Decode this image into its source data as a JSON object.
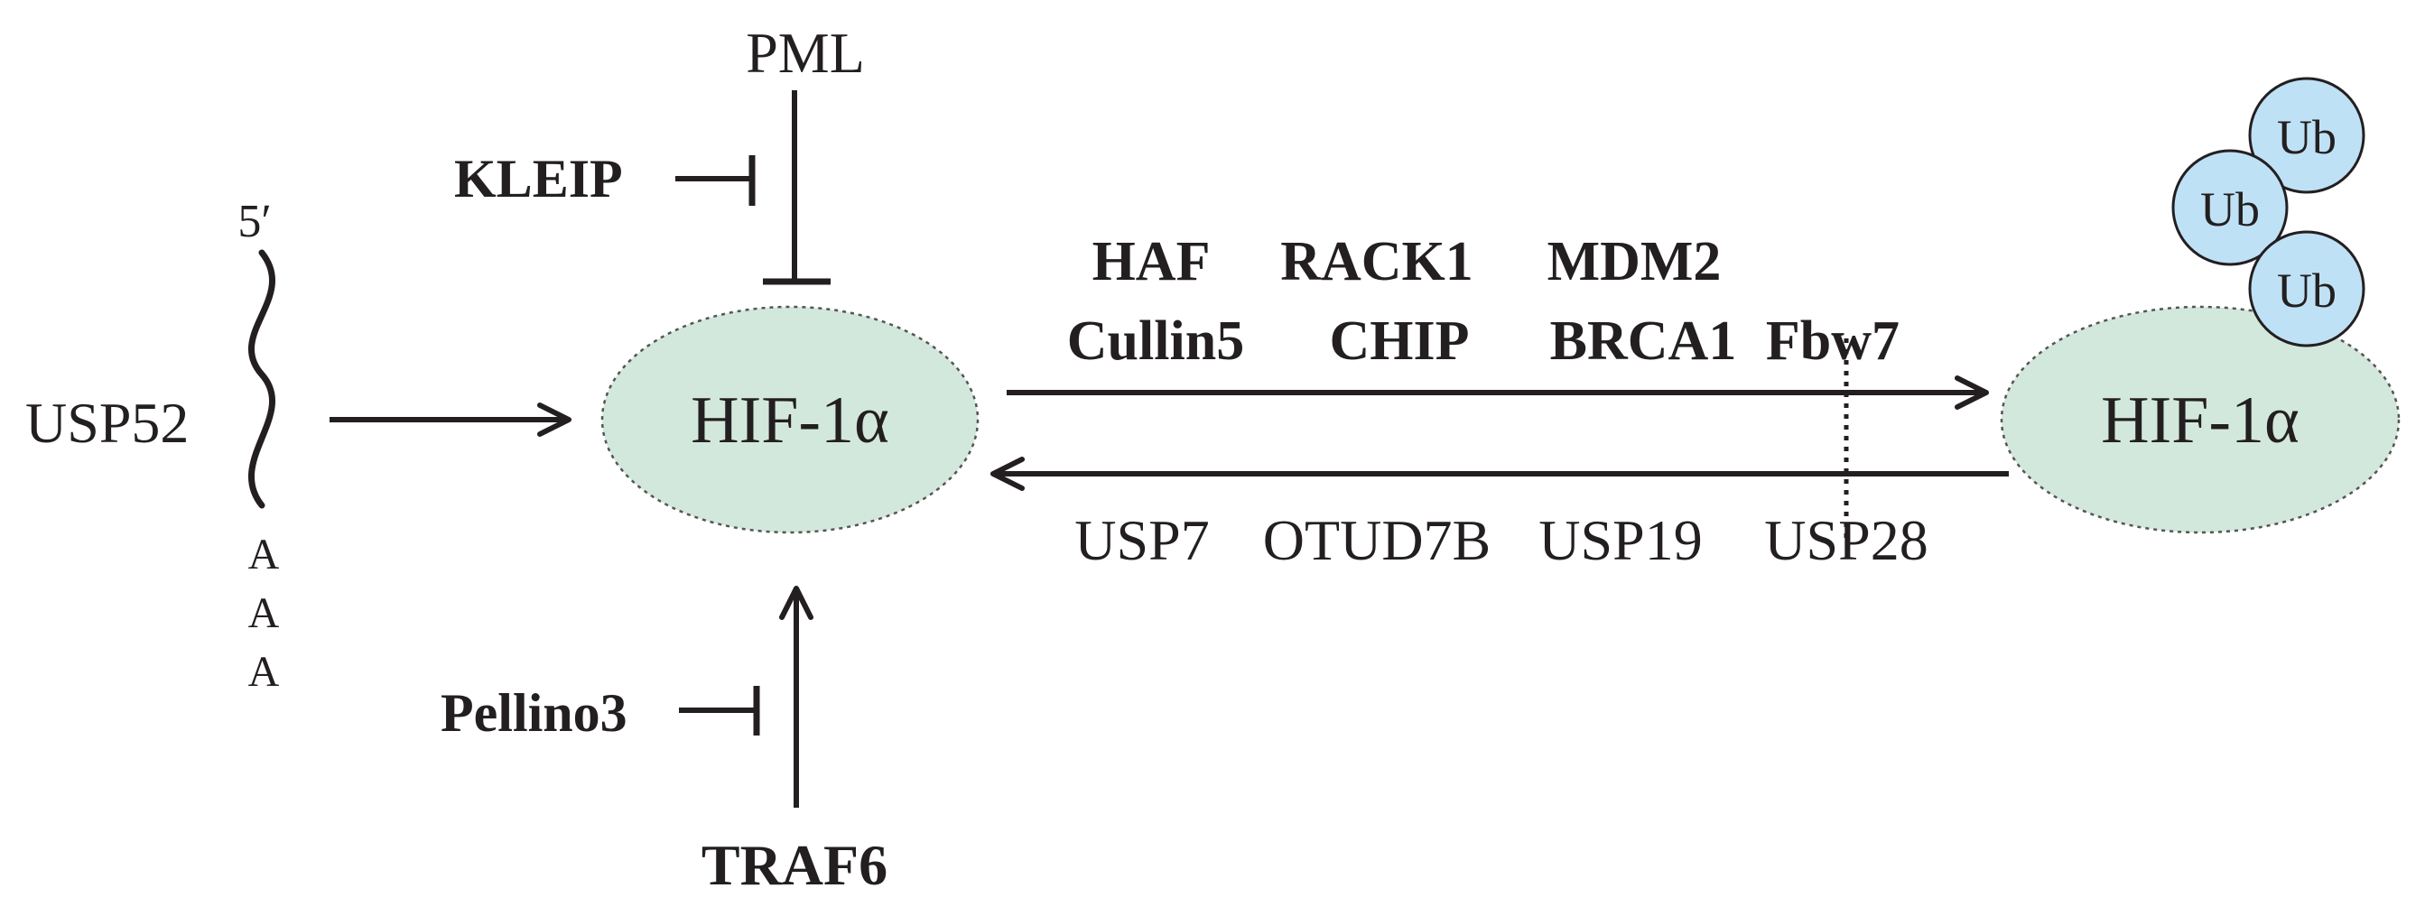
{
  "left_node": {
    "label": "HIF-1α"
  },
  "right_node": {
    "label": "HIF-1α"
  },
  "ubiquitin": {
    "label": "Ub",
    "count": 3
  },
  "mrna": {
    "five_prime": "5′",
    "poly_a": [
      "A",
      "A",
      "A"
    ]
  },
  "regulators": {
    "usp52": "USP52",
    "pml": "PML",
    "kleip": "KLEIP",
    "pellino3": "Pellino3",
    "traf6": "TRAF6"
  },
  "e3_ligases": {
    "row1": [
      "HAF",
      "RACK1",
      "MDM2"
    ],
    "row2": [
      "Cullin5",
      "CHIP",
      "BRCA1",
      "Fbw7"
    ]
  },
  "deubiquitinases": [
    "USP7",
    "OTUD7B",
    "USP19",
    "USP28"
  ],
  "colors": {
    "node_fill": "#d3e8dc",
    "ub_fill": "#bfe1f5",
    "ub_stroke": "#231f20",
    "line": "#231f20"
  }
}
